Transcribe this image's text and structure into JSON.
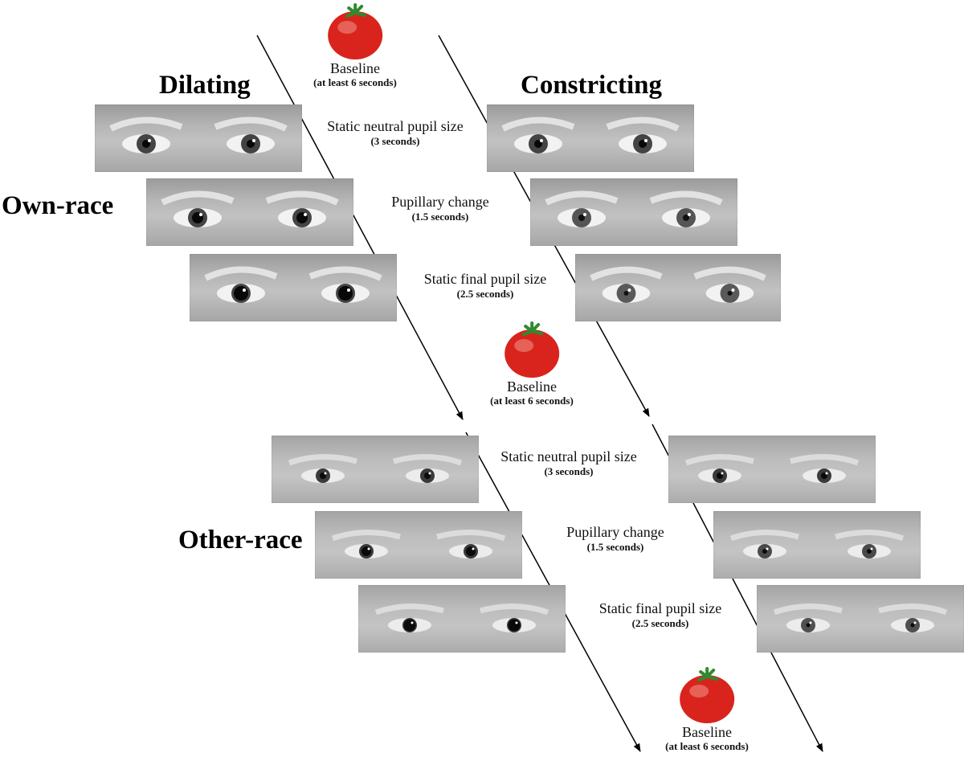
{
  "headings": {
    "dilating": "Dilating",
    "constricting": "Constricting",
    "own_race": "Own-race",
    "other_race": "Other-race"
  },
  "baseline": {
    "title": "Baseline",
    "duration": "(at least 6 seconds)",
    "icon": "tomato-icon"
  },
  "own_race_steps": [
    {
      "title": "Static neutral pupil size",
      "duration": "(3 seconds)"
    },
    {
      "title": "Pupillary change",
      "duration": "(1.5 seconds)"
    },
    {
      "title": "Static final pupil size",
      "duration": "(2.5 seconds)"
    }
  ],
  "other_race_steps": [
    {
      "title": "Static neutral pupil size",
      "duration": "(3 seconds)"
    },
    {
      "title": "Pupillary change",
      "duration": "(1.5 seconds)"
    },
    {
      "title": "Static final pupil size",
      "duration": "(2.5 seconds)"
    }
  ],
  "colors": {
    "tomato": "#d8241c",
    "stem": "#2f8a2f",
    "arrow": "#000000"
  }
}
